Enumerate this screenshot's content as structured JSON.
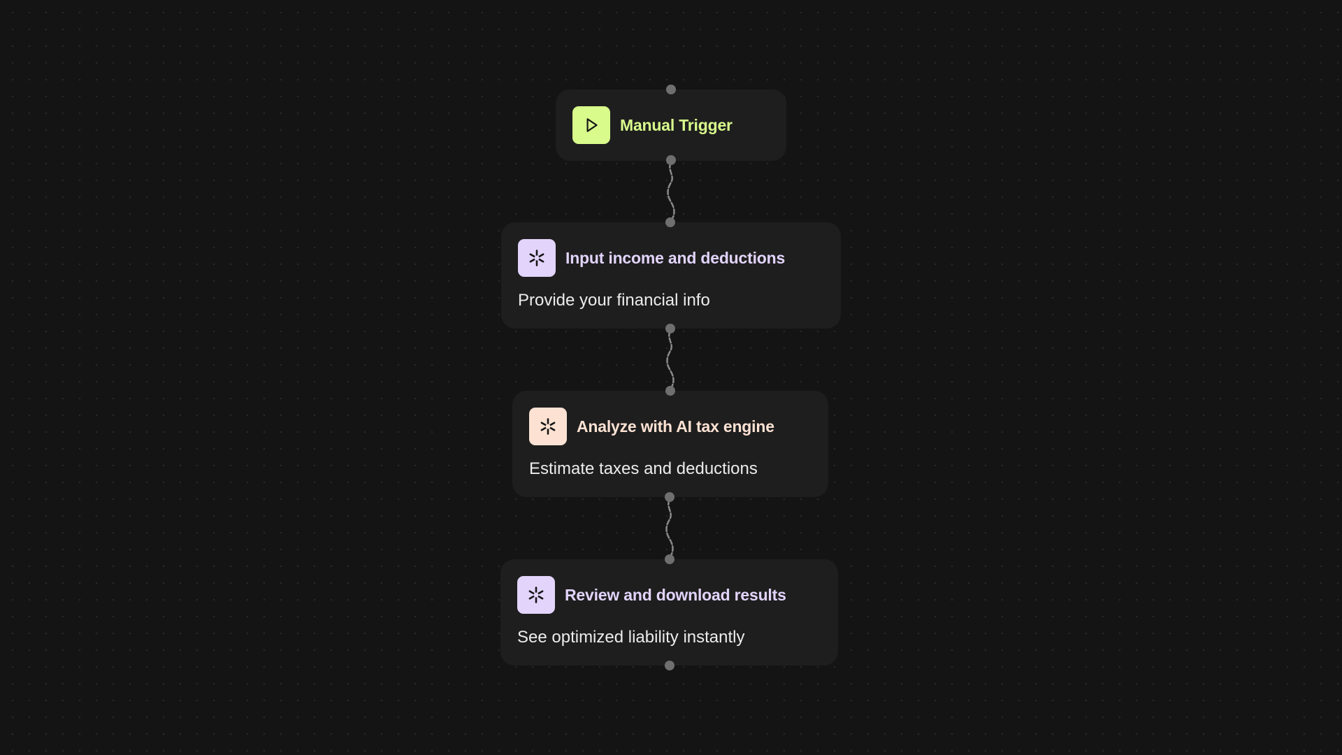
{
  "workflow": {
    "nodes": [
      {
        "kind": "trigger",
        "title": "Manual Trigger",
        "description": "",
        "icon": "play-icon",
        "icon_bg": "#d8fb8c",
        "title_color": "#d8fb8c"
      },
      {
        "kind": "step",
        "title": "Input income and deductions",
        "description": "Provide your financial info",
        "icon": "sparkle-icon",
        "icon_bg": "#e2d4fb",
        "title_color": "#e2d4fb"
      },
      {
        "kind": "step",
        "title": "Analyze with AI tax engine",
        "description": "Estimate taxes and deductions",
        "icon": "sparkle-icon",
        "icon_bg": "#fde2d3",
        "title_color": "#fde2d3"
      },
      {
        "kind": "step",
        "title": "Review and download results",
        "description": "See optimized liability instantly",
        "icon": "sparkle-icon",
        "icon_bg": "#e2d4fb",
        "title_color": "#e2d4fb"
      }
    ],
    "colors": {
      "canvas_bg": "#141414",
      "node_bg": "#1e1e1e",
      "port": "#6f6f6f",
      "connector": "#8a8a8a"
    }
  }
}
